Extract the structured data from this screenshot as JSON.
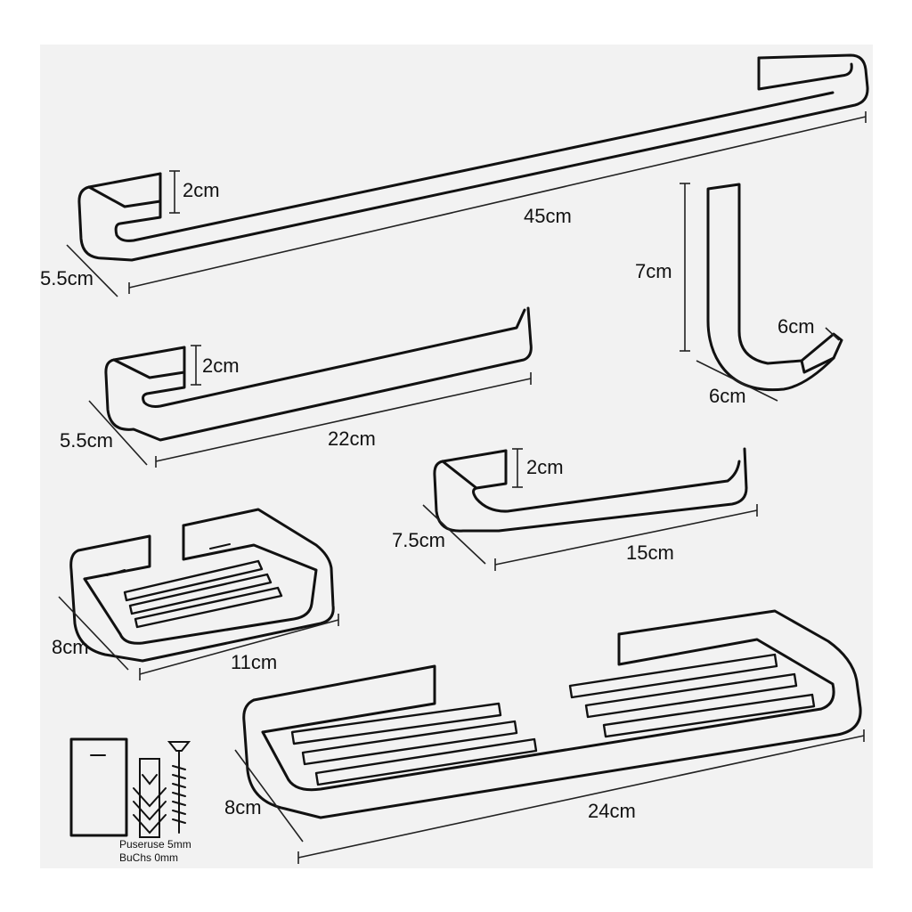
{
  "labels": {
    "rail45_height": "2cm",
    "rail45_length": "45cm",
    "rail45_depth": "5.5cm",
    "hook_height": "7cm",
    "hook_tip": "6cm",
    "hook_depth": "6cm",
    "rail22_height": "2cm",
    "rail22_depth": "5.5cm",
    "rail22_length": "22cm",
    "rail15_height": "2cm",
    "rail15_depth": "7.5cm",
    "rail15_length": "15cm",
    "soap_depth": "8cm",
    "soap_length": "11cm",
    "shelf_depth": "8cm",
    "shelf_length": "24cm"
  },
  "hardware": {
    "line1": "Puseruse 5mm",
    "line2": "BuChs 0mm"
  }
}
